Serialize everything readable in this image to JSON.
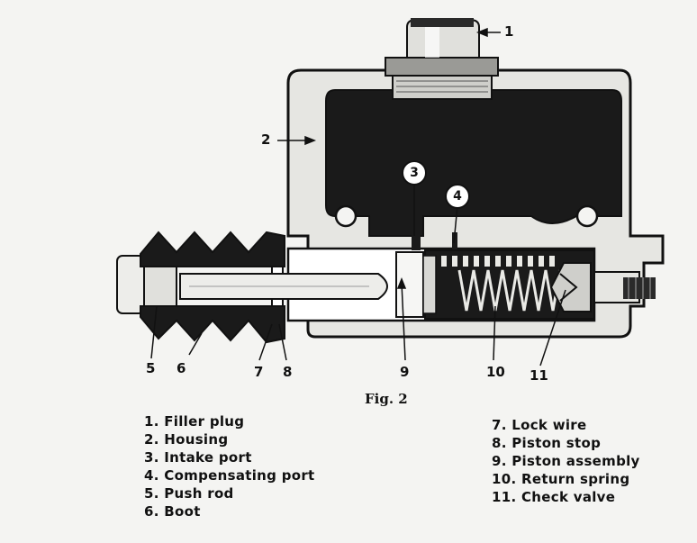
{
  "figure": {
    "caption": "Fig. 2",
    "callouts": {
      "c1": "1",
      "c2": "2",
      "c3": "3",
      "c4": "4",
      "c5": "5",
      "c6": "6",
      "c7": "7",
      "c8": "8",
      "c9": "9",
      "c10": "10",
      "c11": "11"
    },
    "legend_left": [
      "1. Filler plug",
      "2. Housing",
      "3. Intake port",
      "4. Compensating port",
      "5. Push rod",
      "6. Boot"
    ],
    "legend_right": [
      "7. Lock wire",
      "8. Piston stop",
      "9. Piston assembly",
      "10. Return spring",
      "11. Check valve"
    ]
  },
  "colors": {
    "ink": "#111111",
    "housing_dark": "#1a1a1a",
    "metal_light": "#e6e6e2",
    "paper": "#f4f4f2"
  }
}
